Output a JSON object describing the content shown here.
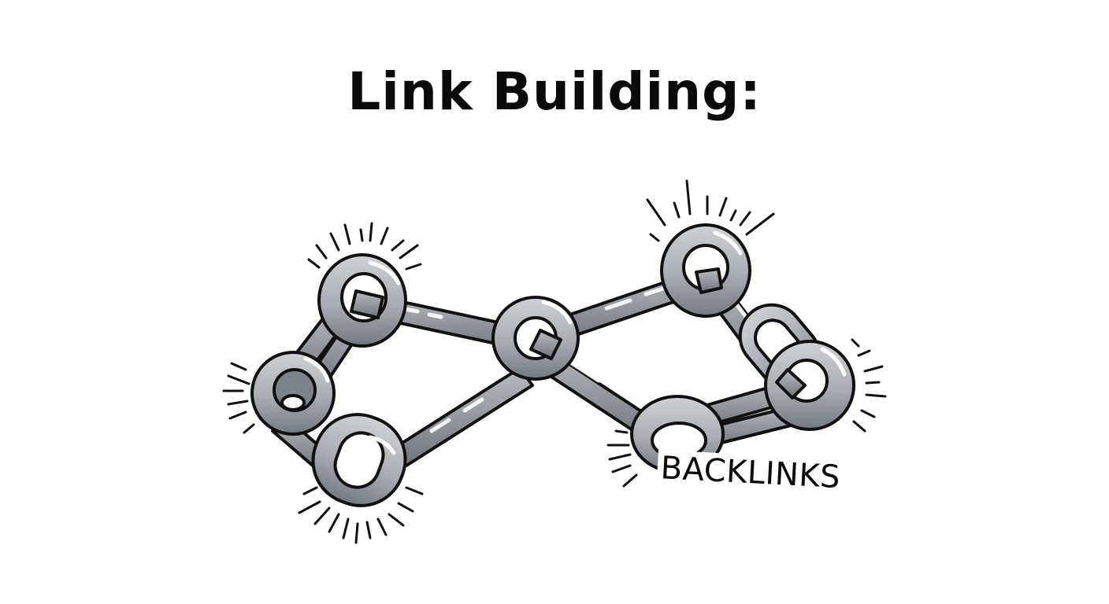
{
  "title": "Link Building:",
  "label": "BACKLINKS",
  "colors": {
    "background": "#ffffff",
    "outline": "#111111",
    "steel_light": "#c4c6ca",
    "steel_mid": "#9a9ea5",
    "steel_dark": "#6e747d",
    "highlight": "#ffffff",
    "text": "#0a0a0a"
  },
  "icons": {
    "main": "chain-links-icon",
    "emphasis": "sparkle-burst-lines"
  }
}
